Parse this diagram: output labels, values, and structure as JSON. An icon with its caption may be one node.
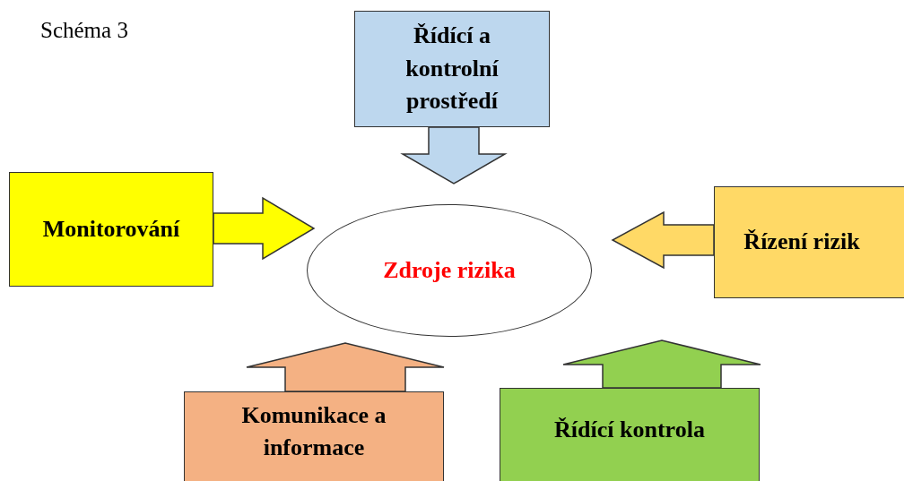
{
  "diagram": {
    "nodes": [
      {
        "text": [
          "Řídící a kontrolní prostředí"
        ]
      },
      {
        "text": [
          "Monitorování"
        ]
      },
      {
        "text": [
          "Zdroje rizika"
        ]
      },
      {
        "text": [
          "Řízení rizik"
        ]
      },
      {
        "text": [
          "Komunikace a informace"
        ]
      },
      {
        "text": [
          "Řídící kontrola"
        ]
      }
    ],
    "edges": [
      {
        "from": 0,
        "to": 2,
        "arrow": "to",
        "style": "thick"
      },
      {
        "from": 1,
        "to": 2,
        "arrow": "to",
        "style": "thick"
      },
      {
        "from": 3,
        "to": 2,
        "arrow": "to",
        "style": "thick"
      },
      {
        "from": 4,
        "to": 2,
        "arrow": "to",
        "style": "thick"
      },
      {
        "from": 5,
        "to": 2,
        "arrow": "to",
        "style": "thick"
      }
    ],
    "labels": [
      "Schéma 3"
    ]
  }
}
